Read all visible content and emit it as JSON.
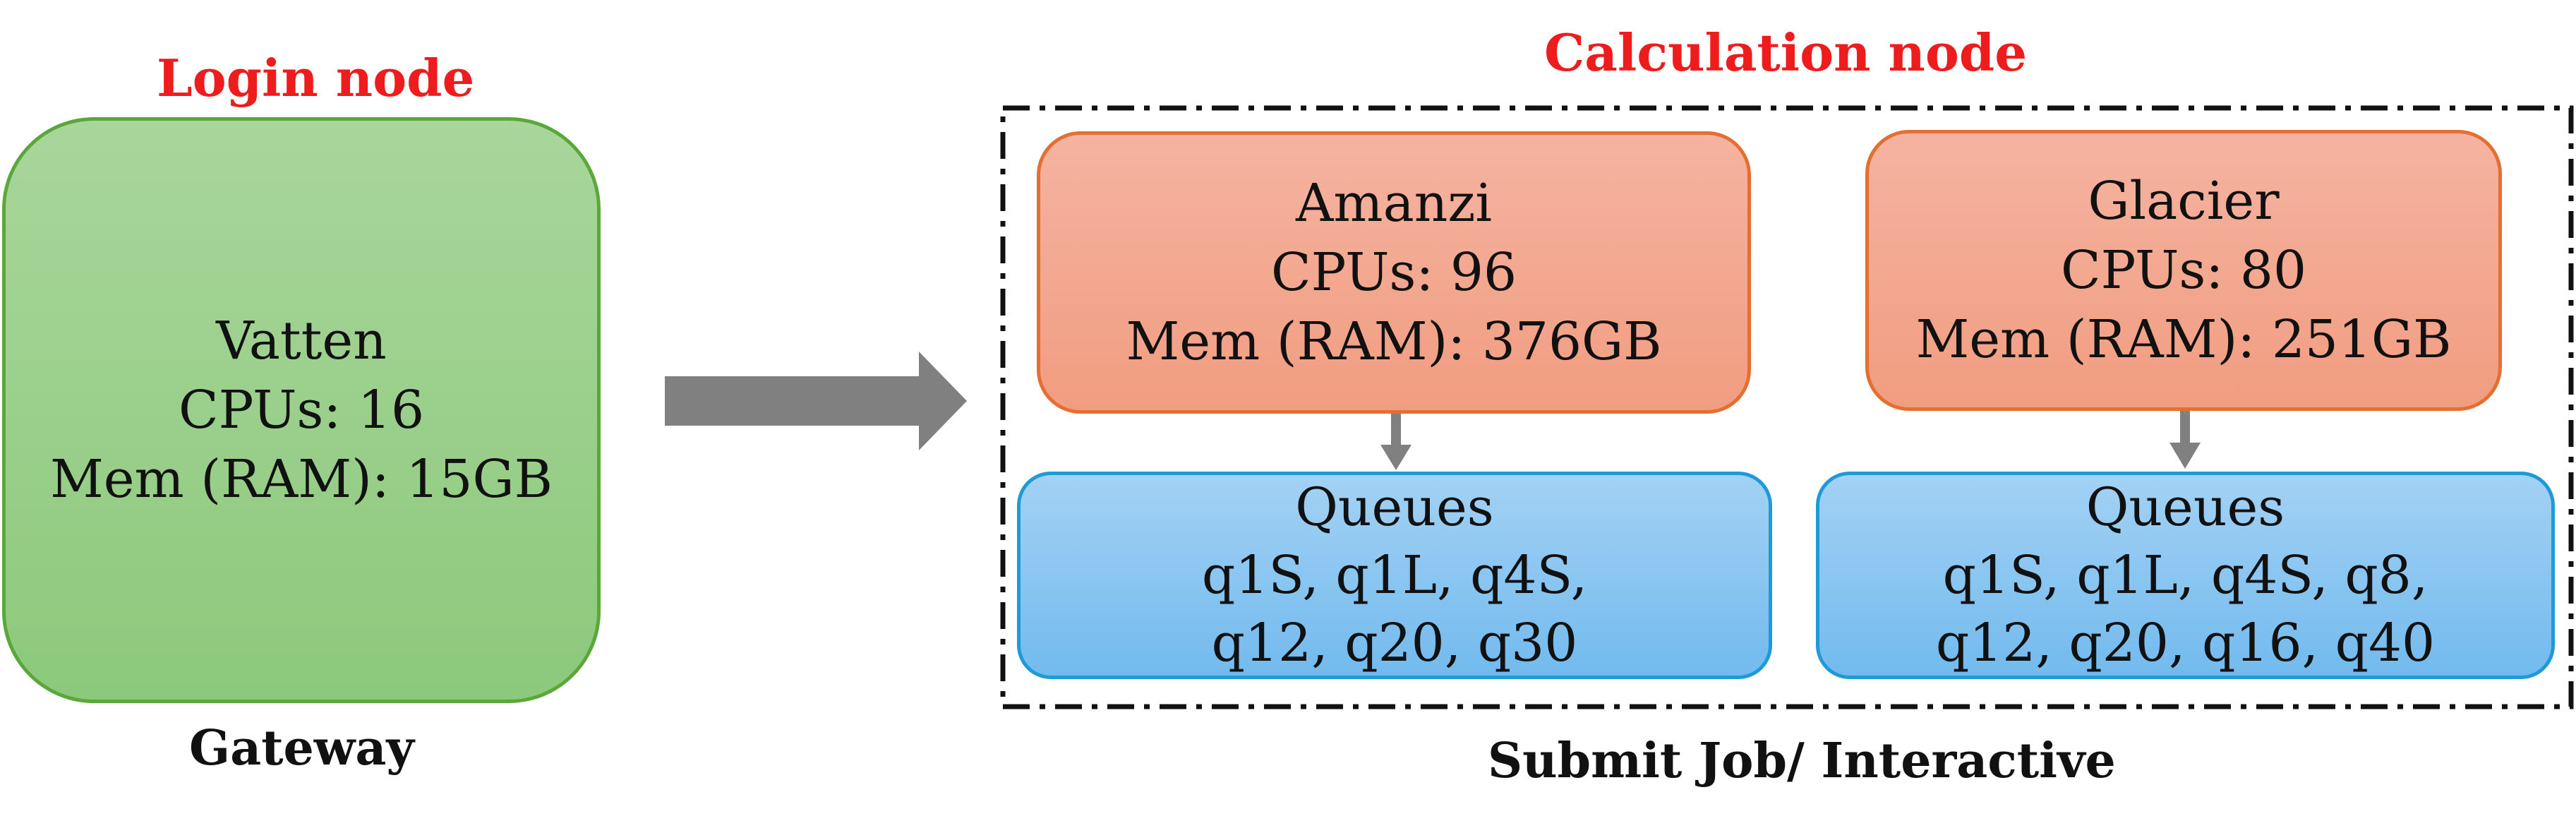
{
  "colors": {
    "heading": "#ee1c1c",
    "login_fill": "#a0d28f",
    "login_border": "#5aa73a",
    "node_fill": "#f3a88f",
    "node_border": "#e46f33",
    "queue_fill": "#8ac6f1",
    "queue_border": "#1f9ad6",
    "arrow": "#808080",
    "cluster_border": "#111111"
  },
  "login": {
    "heading": "Login node",
    "name": "Vatten",
    "cpus": "CPUs: 16",
    "mem": "Mem (RAM): 15GB",
    "caption": "Gateway"
  },
  "calculation": {
    "heading": "Calculation node",
    "caption": "Submit Job/ Interactive",
    "nodes": [
      {
        "name": "Amanzi",
        "cpus": "CPUs: 96",
        "mem": "Mem (RAM): 376GB",
        "queues_title": "Queues",
        "queues_line1": "q1S, q1L, q4S,",
        "queues_line2": "q12, q20, q30"
      },
      {
        "name": "Glacier",
        "cpus": "CPUs: 80",
        "mem": "Mem (RAM): 251GB",
        "queues_title": "Queues",
        "queues_line1": "q1S, q1L, q4S, q8,",
        "queues_line2": "q12, q20, q16, q40"
      }
    ]
  }
}
